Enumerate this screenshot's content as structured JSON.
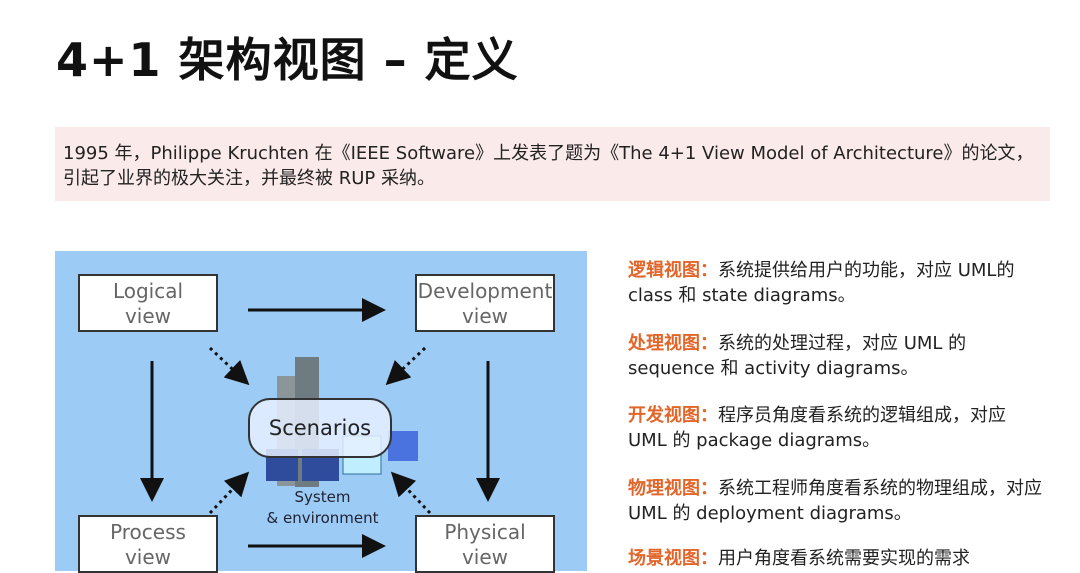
{
  "title": "4+1 架构视图 – 定义",
  "intro": "1995 年，Philippe Kruchten 在《IEEE Software》上发表了题为《The 4+1 View Model of Architecture》的论文，引起了业界的极大关注，并最终被 RUP 采纳。",
  "diagram": {
    "logical": [
      "Logical",
      "view"
    ],
    "development": [
      "Development",
      "view"
    ],
    "process": [
      "Process",
      "view"
    ],
    "physical": [
      "Physical",
      "view"
    ],
    "scenarios": "Scenarios",
    "system": [
      "System",
      "& environment"
    ]
  },
  "views": [
    {
      "head": "逻辑视图：",
      "text": "系统提供给用户的功能，对应 UML的 class 和 state diagrams。"
    },
    {
      "head": "处理视图：",
      "text": "系统的处理过程，对应 UML 的 sequence 和 activity diagrams。"
    },
    {
      "head": "开发视图：",
      "text": "程序员角度看系统的逻辑组成，对应 UML 的 package diagrams。"
    },
    {
      "head": "物理视图：",
      "text": "系统工程师角度看系统的物理组成，对应 UML 的 deployment diagrams。"
    },
    {
      "head": "场景视图：",
      "text": "用户角度看系统需要实现的需求"
    }
  ],
  "colors": {
    "heading": "#e2662a",
    "diagram_bg": "#9ccbf5",
    "intro_bg": "#fbeaea"
  }
}
